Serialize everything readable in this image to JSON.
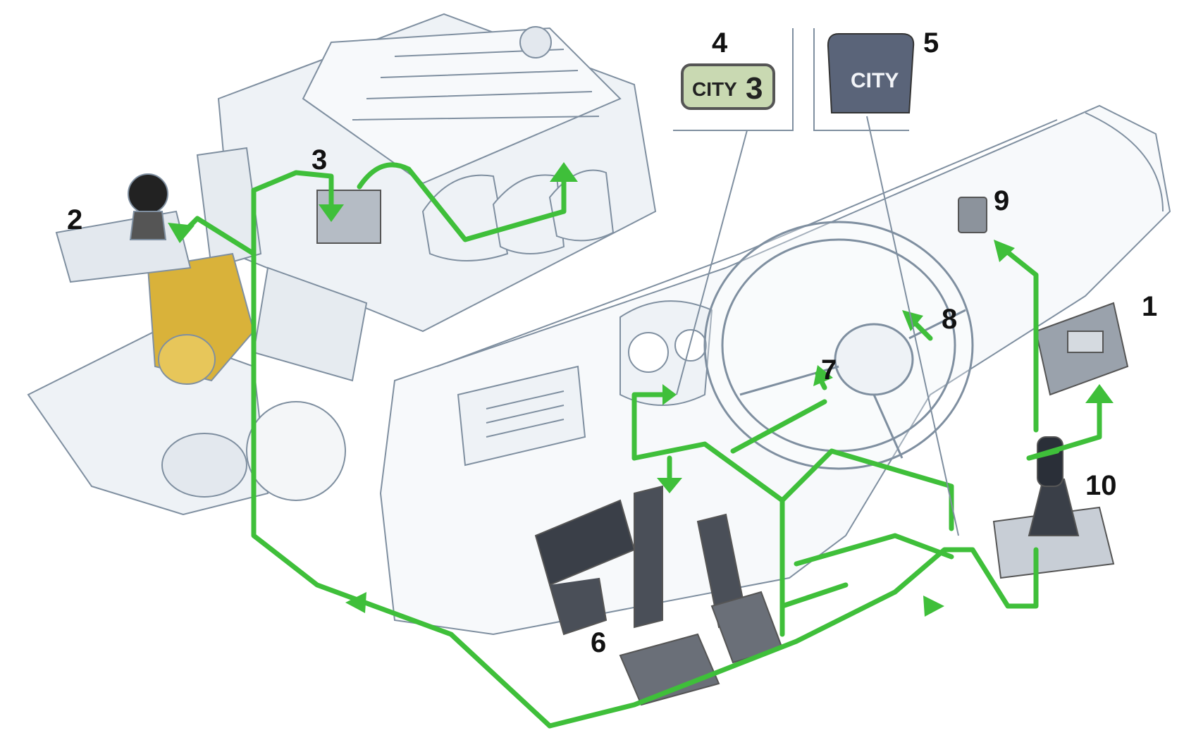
{
  "colors": {
    "harness": "#3fbf3a",
    "line_art": "#7f8fa0",
    "metal_fill": "#eef2f6",
    "actuator_gold": "#d9b23a",
    "display_green": "#c9d9b2",
    "button_blue": "#5a6479"
  },
  "callouts": [
    {
      "id": "1",
      "label": "1"
    },
    {
      "id": "2",
      "label": "2"
    },
    {
      "id": "3",
      "label": "3"
    },
    {
      "id": "4",
      "label": "4"
    },
    {
      "id": "5",
      "label": "5"
    },
    {
      "id": "6",
      "label": "6"
    },
    {
      "id": "7",
      "label": "7"
    },
    {
      "id": "8",
      "label": "8"
    },
    {
      "id": "9",
      "label": "9"
    },
    {
      "id": "10",
      "label": "10"
    }
  ],
  "display_inset": {
    "text": "CITY",
    "digit": "3"
  },
  "button_inset": {
    "text": "CITY"
  }
}
